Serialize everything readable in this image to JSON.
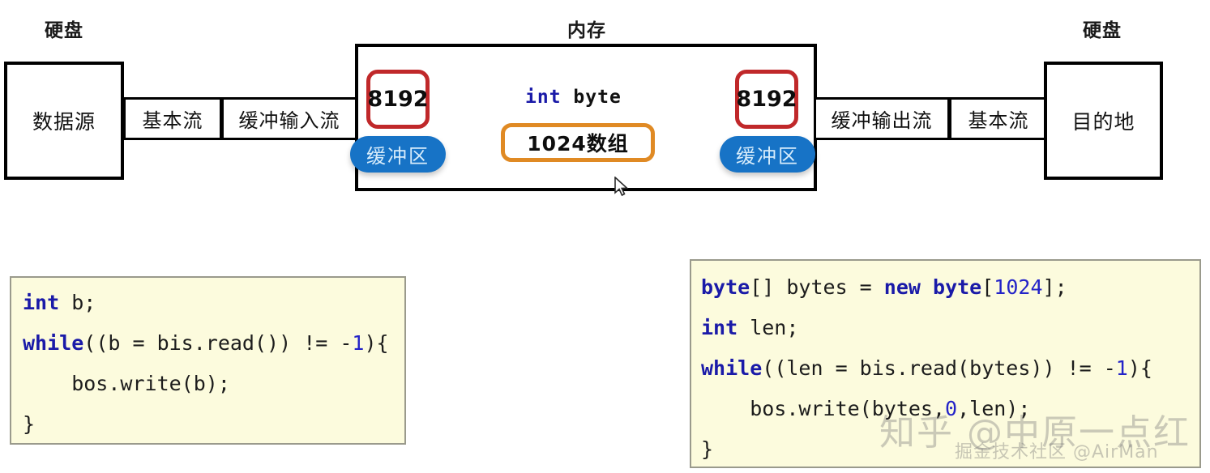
{
  "diagram": {
    "titles": {
      "left_disk": "硬盘",
      "memory": "内存",
      "right_disk": "硬盘"
    },
    "left_chain": {
      "source_box": "数据源",
      "basic_stream": "基本流",
      "buffered_stream": "缓冲输入流"
    },
    "right_chain": {
      "buffered_stream": "缓冲输出流",
      "basic_stream": "基本流",
      "dest_box": "目的地"
    },
    "memory": {
      "left_buffer_size": "8192",
      "left_buffer_label": "缓冲区",
      "right_buffer_size": "8192",
      "right_buffer_label": "缓冲区",
      "type_label_keyword": "int",
      "type_label_plain": "byte",
      "array_box": "1024数组"
    },
    "colors": {
      "buffer_border_red": "#c0282a",
      "buffer_pill_blue": "#1773c6",
      "array_border_orange": "#e08a24",
      "code_background": "#fcfbdd",
      "code_keyword_blue": "#1a1aa8"
    }
  },
  "code_left": {
    "lines": [
      [
        {
          "t": "int",
          "c": "kw"
        },
        {
          "t": " b;",
          "c": "pl"
        }
      ],
      [
        {
          "t": "while",
          "c": "kw"
        },
        {
          "t": "((b = bis.read()) != -",
          "c": "pl"
        },
        {
          "t": "1",
          "c": "num"
        },
        {
          "t": "){",
          "c": "pl"
        }
      ],
      [
        {
          "t": "    bos.write(b);",
          "c": "pl"
        }
      ],
      [
        {
          "t": "}",
          "c": "pl"
        }
      ]
    ]
  },
  "code_right": {
    "lines": [
      [
        {
          "t": "byte",
          "c": "kw"
        },
        {
          "t": "[] bytes = ",
          "c": "pl"
        },
        {
          "t": "new",
          "c": "kw"
        },
        {
          "t": " ",
          "c": "pl"
        },
        {
          "t": "byte",
          "c": "kw"
        },
        {
          "t": "[",
          "c": "pl"
        },
        {
          "t": "1024",
          "c": "num"
        },
        {
          "t": "];",
          "c": "pl"
        }
      ],
      [
        {
          "t": "int",
          "c": "kw"
        },
        {
          "t": " len;",
          "c": "pl"
        }
      ],
      [
        {
          "t": "while",
          "c": "kw"
        },
        {
          "t": "((len = bis.read(bytes)) != -",
          "c": "pl"
        },
        {
          "t": "1",
          "c": "num"
        },
        {
          "t": "){",
          "c": "pl"
        }
      ],
      [
        {
          "t": "    bos.write(bytes,",
          "c": "pl"
        },
        {
          "t": "0",
          "c": "num"
        },
        {
          "t": ",len);",
          "c": "pl"
        }
      ],
      [
        {
          "t": "}",
          "c": "pl"
        }
      ]
    ]
  },
  "watermarks": {
    "primary": "知乎 @中原一点红",
    "secondary": "掘金技术社区 @AirMan"
  }
}
